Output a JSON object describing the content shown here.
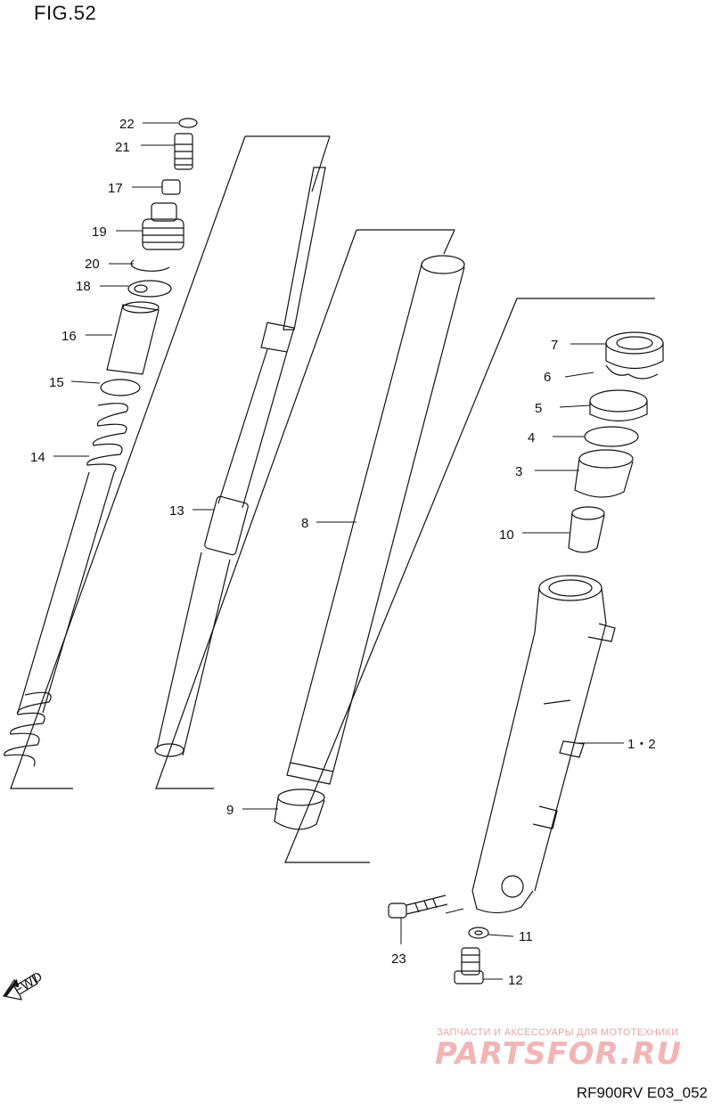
{
  "figure": {
    "title": "FIG.52",
    "code": "RF900RV E03_052"
  },
  "watermark": {
    "small": "ЗАПЧАСТИ И АКСЕССУАРЫ ДЛЯ МОТОТЕХНИКИ",
    "big": "PARTSFOR.RU"
  },
  "fwd_label": "FWD",
  "callouts": {
    "c22": "22",
    "c21": "21",
    "c17": "17",
    "c19": "19",
    "c20": "20",
    "c18": "18",
    "c16": "16",
    "c15": "15",
    "c14": "14",
    "c13": "13",
    "c8": "8",
    "c9": "9",
    "c7": "7",
    "c6": "6",
    "c5": "5",
    "c4": "4",
    "c3": "3",
    "c10": "10",
    "c1_2": "1・2",
    "c23": "23",
    "c11": "11",
    "c12": "12"
  }
}
